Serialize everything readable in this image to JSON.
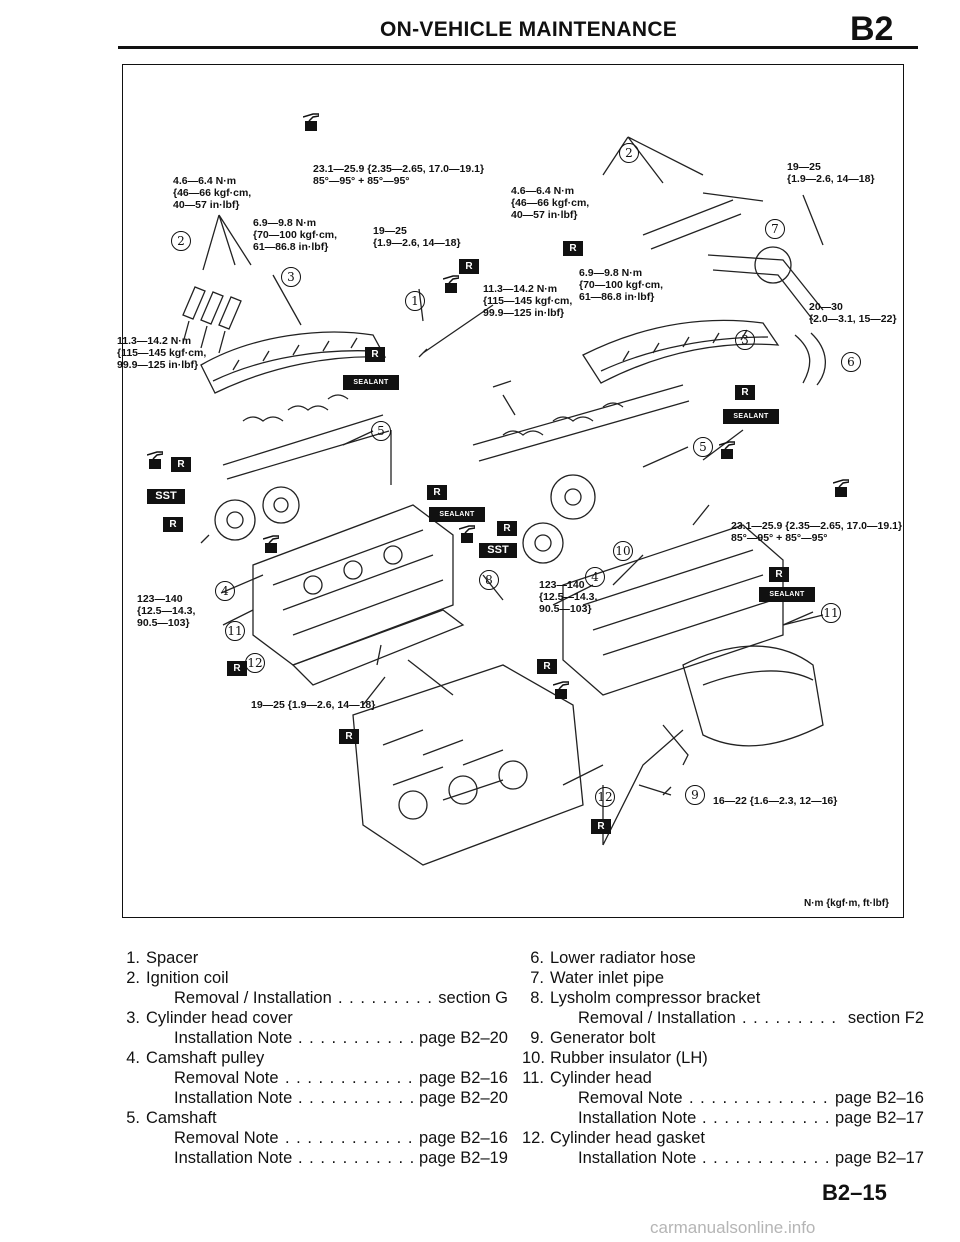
{
  "header": {
    "title": "ON-VEHICLE MAINTENANCE",
    "section_code": "B2"
  },
  "figure": {
    "units_label": "N·m {kgf·m, ft·lbf}",
    "torques": {
      "t1": [
        "23.1—25.9 {2.35—2.65, 17.0—19.1}",
        "85°—95° + 85°—95°"
      ],
      "t2": [
        "4.6—6.4 N·m",
        "{46—66 kgf·cm,",
        "40—57 in·lbf}"
      ],
      "t3": [
        "6.9—9.8 N·m",
        "{70—100 kgf·cm,",
        "61—86.8 in·lbf}"
      ],
      "t4": [
        "19—25",
        "{1.9—2.6, 14—18}"
      ],
      "t5": [
        "11.3—14.2 N·m",
        "{115—145 kgf·cm,",
        "99.9—125 in·lbf}"
      ],
      "t6": [
        "4.6—6.4 N·m",
        "{46—66 kgf·cm,",
        "40—57 in·lbf}"
      ],
      "t7": [
        "19—25",
        "{1.9—2.6, 14—18}"
      ],
      "t8": [
        "6.9—9.8 N·m",
        "{70—100 kgf·cm,",
        "61—86.8 in·lbf}"
      ],
      "t9": [
        "11.3—14.2 N·m",
        "{115—145 kgf·cm,",
        "99.9—125 in·lbf}"
      ],
      "t10": [
        "20—30",
        "{2.0—3.1, 15—22}"
      ],
      "t11": [
        "23.1—25.9 {2.35—2.65, 17.0—19.1}",
        "85°—95° + 85°—95°"
      ],
      "t12": [
        "123—140",
        "{12.5—14.3,",
        "90.5—103}"
      ],
      "t13": [
        "123—140",
        "{12.5—14.3,",
        "90.5—103}"
      ],
      "t14": [
        "19—25 {1.9—2.6, 14—18}"
      ],
      "t15": [
        "16—22 {1.6—2.3, 12—16}"
      ]
    },
    "callouts": {
      "n1": "1",
      "n2a": "2",
      "n2b": "2",
      "n3a": "3",
      "n3b": "3",
      "n4a": "4",
      "n4b": "4",
      "n5a": "5",
      "n5b": "5",
      "n6": "6",
      "n7": "7",
      "n8": "8",
      "n9": "9",
      "n10": "10",
      "n11a": "11",
      "n11b": "11",
      "n12a": "12",
      "n12b": "12"
    },
    "tags": {
      "r": "R",
      "sst": "SST",
      "sealant": "SEALANT",
      "oil": "OIL"
    }
  },
  "legend": {
    "left": [
      {
        "num": "1.",
        "text": "Spacer"
      },
      {
        "num": "2.",
        "text": "Ignition coil"
      },
      {
        "sub": "Removal / Installation",
        "ref": "section G"
      },
      {
        "num": "3.",
        "text": "Cylinder head cover"
      },
      {
        "sub": "Installation Note",
        "ref": "page B2–20"
      },
      {
        "num": "4.",
        "text": "Camshaft pulley"
      },
      {
        "sub": "Removal Note",
        "ref": "page B2–16"
      },
      {
        "sub": "Installation Note",
        "ref": "page B2–20"
      },
      {
        "num": "5.",
        "text": "Camshaft"
      },
      {
        "sub": "Removal Note",
        "ref": "page B2–16"
      },
      {
        "sub": "Installation Note",
        "ref": "page B2–19"
      }
    ],
    "right": [
      {
        "num": "6.",
        "text": "Lower radiator hose"
      },
      {
        "num": "7.",
        "text": "Water inlet pipe"
      },
      {
        "num": "8.",
        "text": "Lysholm compressor bracket"
      },
      {
        "sub": "Removal / Installation",
        "ref": "section F2"
      },
      {
        "num": "9.",
        "text": "Generator bolt"
      },
      {
        "num": "10.",
        "text": "Rubber insulator (LH)"
      },
      {
        "num": "11.",
        "text": "Cylinder head"
      },
      {
        "sub": "Removal Note",
        "ref": "page B2–16"
      },
      {
        "sub": "Installation Note",
        "ref": "page B2–17"
      },
      {
        "num": "12.",
        "text": "Cylinder head gasket"
      },
      {
        "sub": "Installation Note",
        "ref": "page B2–17"
      }
    ]
  },
  "footer": {
    "page_code": "B2–15",
    "watermark": "carmanualsonline.info"
  }
}
